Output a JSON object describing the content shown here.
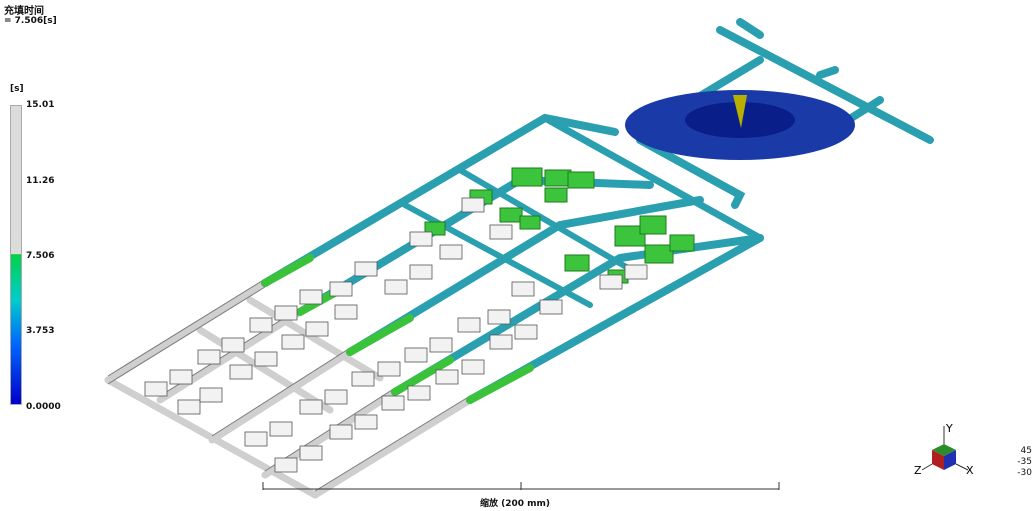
{
  "result": {
    "title": "充填时间",
    "value_label": "= 7.506[s]"
  },
  "legend": {
    "unit": "[s]",
    "ticks": [
      "15.01",
      "11.26",
      "7.506",
      "3.753",
      "0.0000"
    ],
    "colors": {
      "low": "#0000cc",
      "mid": "#00cccc",
      "current": "#33cc33",
      "unfilled": "#dcdcdc"
    }
  },
  "scale": {
    "label": "缩放 (200 mm)"
  },
  "triad": {
    "axis_y": "Y",
    "axis_x": "X",
    "axis_z": "Z",
    "angles": [
      "45",
      "-35",
      "-30"
    ]
  }
}
